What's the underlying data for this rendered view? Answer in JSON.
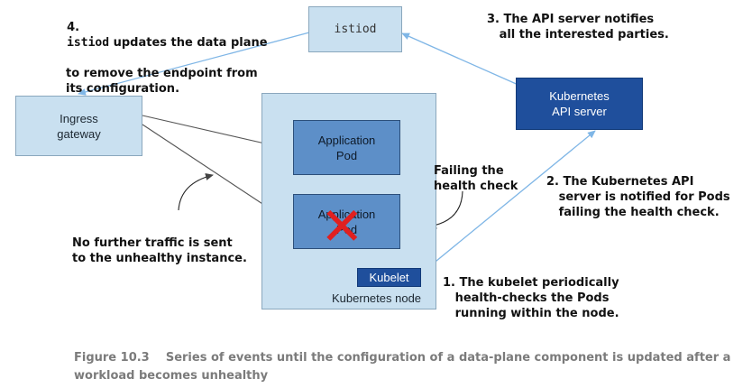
{
  "nodes": {
    "istiod": "istiod",
    "ingress": "Ingress\ngateway",
    "api_server": "Kubernetes\nAPI server",
    "app_pod_healthy": "Application\nPod",
    "app_pod_unhealthy": "Application\nPod",
    "kubelet": "Kubelet",
    "k8s_node": "Kubernetes node"
  },
  "annotations": {
    "step4_num": "4.",
    "step4_code": "istiod",
    "step4_rest": " updates the data plane",
    "step4_lines": "to remove the endpoint from\nits configuration.",
    "step3": "3. The API server notifies\n   all the interested parties.",
    "failing": "Failing the\nhealth check",
    "step2": "2. The Kubernetes API\n   server is notified for Pods\n   failing the health check.",
    "no_traffic": "No further traffic is sent\nto the unhealthy instance.",
    "step1": "1. The kubelet periodically\n   health-checks the Pods\n   running within the node."
  },
  "caption": {
    "label": "Figure 10.3",
    "text": "Series of events until the configuration of a data-plane component is updated after a workload becomes unhealthy"
  },
  "colors": {
    "light_box": "#c9e0f0",
    "pod": "#5d8fc8",
    "api_server": "#1f4f9c",
    "arrow_blue": "#7fb6e6",
    "arrow_red": "#e02020",
    "arrow_dark": "#555555"
  }
}
